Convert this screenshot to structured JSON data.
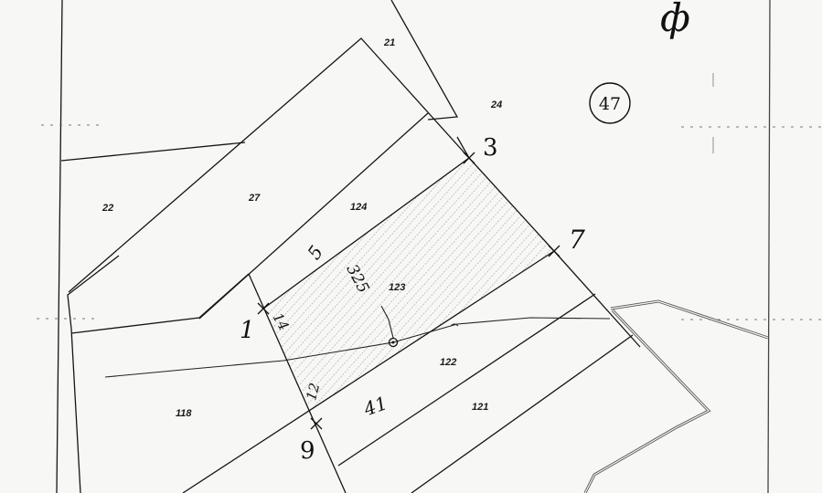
{
  "sheet": {
    "number": "47",
    "corner_mark": "ф"
  },
  "parcels": [
    {
      "id": "21",
      "label": "21"
    },
    {
      "id": "22",
      "label": "22"
    },
    {
      "id": "24",
      "label": "24"
    },
    {
      "id": "27",
      "label": "27"
    },
    {
      "id": "118",
      "label": "118"
    },
    {
      "id": "121",
      "label": "121"
    },
    {
      "id": "122",
      "label": "122"
    },
    {
      "id": "123",
      "label": "123",
      "highlighted": true
    },
    {
      "id": "124",
      "label": "124"
    }
  ],
  "survey_points": [
    {
      "id": "p3",
      "label": "3"
    },
    {
      "id": "p7",
      "label": "7"
    },
    {
      "id": "p1",
      "label": "1"
    },
    {
      "id": "p9",
      "label": "9"
    }
  ],
  "dimensions": {
    "north_side": "5",
    "west_side_top": "14",
    "west_side_bottom": "12",
    "south_side": "41",
    "inner_annotation": "325"
  },
  "colors": {
    "paper": "#f7f7f5",
    "ink": "#151515",
    "hatch": "#8a8a8a"
  }
}
